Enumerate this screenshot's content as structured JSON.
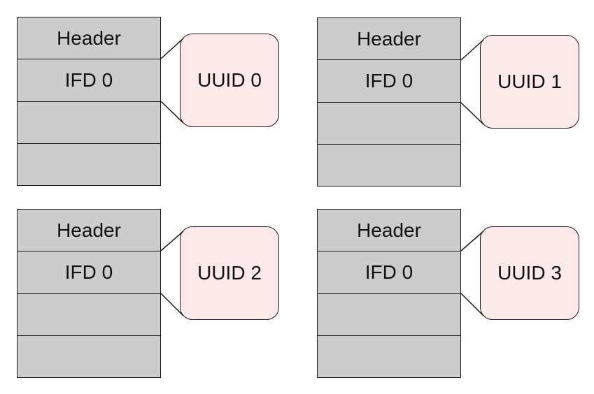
{
  "colors": {
    "block_fill": "#cccccc",
    "uuid_fill": "#fde8ea",
    "stroke": "#1a1a1a"
  },
  "panels": [
    {
      "rows": [
        "Header",
        "IFD 0",
        "",
        ""
      ],
      "uuid": "UUID 0"
    },
    {
      "rows": [
        "Header",
        "IFD 0",
        "",
        ""
      ],
      "uuid": "UUID 1"
    },
    {
      "rows": [
        "Header",
        "IFD 0",
        "",
        ""
      ],
      "uuid": "UUID 2"
    },
    {
      "rows": [
        "Header",
        "IFD 0",
        "",
        ""
      ],
      "uuid": "UUID 3"
    }
  ]
}
